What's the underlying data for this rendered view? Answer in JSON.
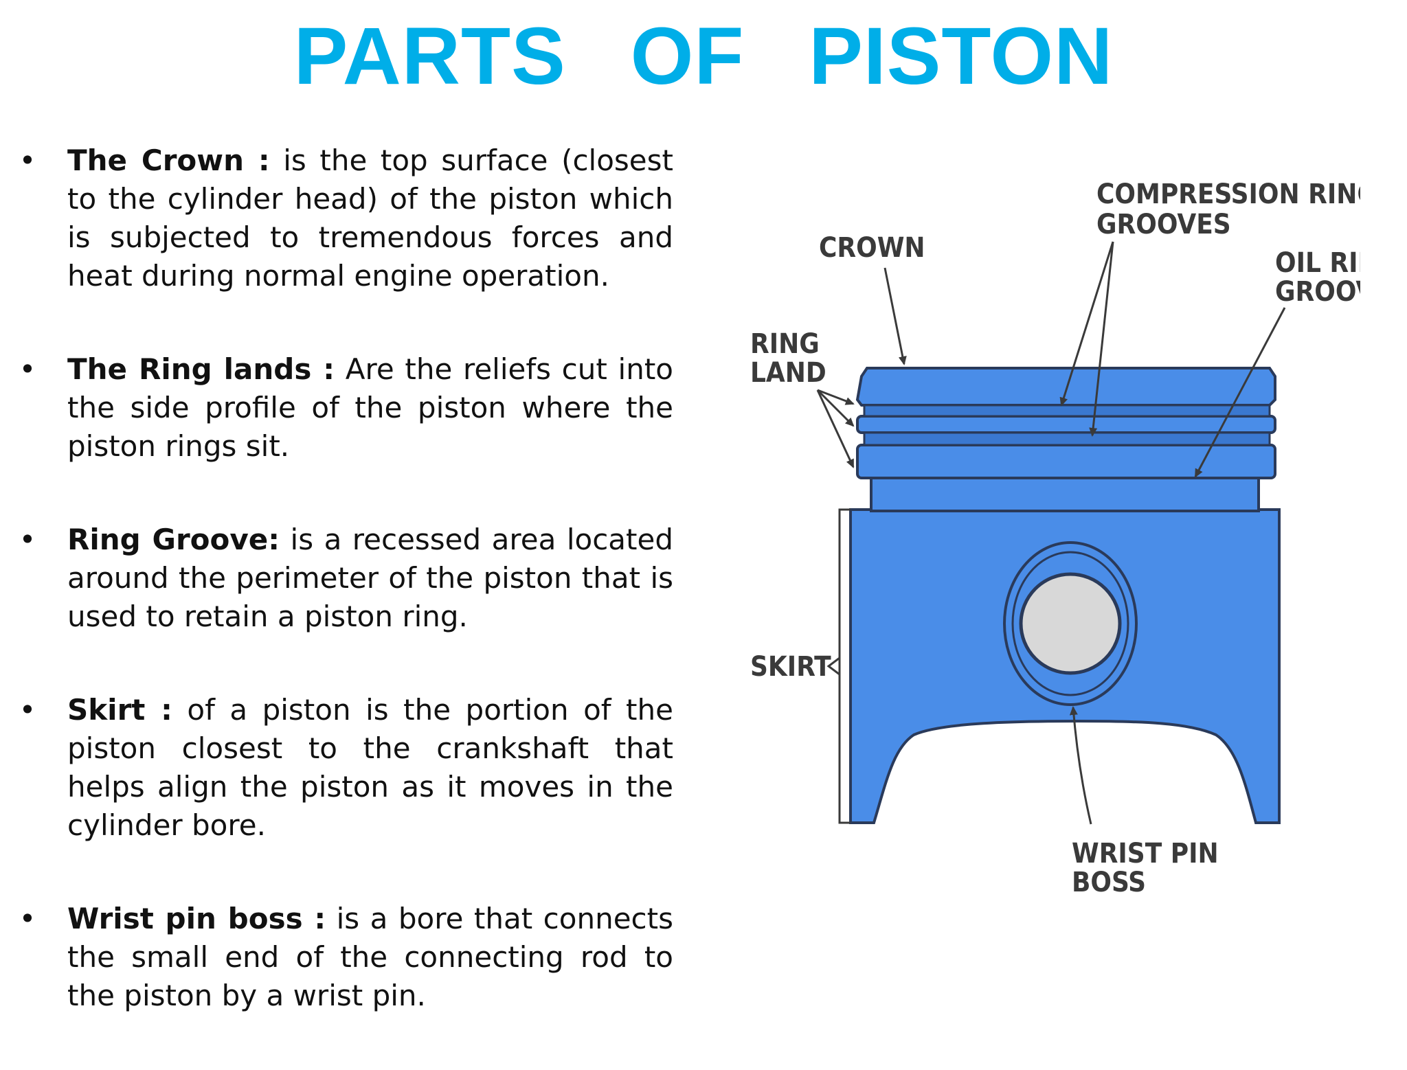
{
  "title": "PARTS   OF   PISTON",
  "bullets": [
    {
      "term": "The  Crown :",
      "text": "  is the top surface (closest to the cylinder head) of the piston which is subjected to tremendous forces and heat during normal engine operation."
    },
    {
      "term": "The Ring lands :",
      "text": " Are the reliefs cut into the side profile of the piston where the piston rings sit."
    },
    {
      "term": "Ring Groove:",
      "text": "  is a recessed area located around the perimeter of the piston that is used to retain a piston ring."
    },
    {
      "term": "Skirt :",
      "text": " of a piston is the portion of the piston closest to the crankshaft that helps align the piston as it moves in the cylinder bore."
    },
    {
      "term": "Wrist pin boss :",
      "text": " is a bore  that connects the small end of the connecting rod to the piston by a wrist pin."
    }
  ],
  "bullet_symbol": "•",
  "diagram": {
    "labels": {
      "compression_1": "COMPRESSION RING",
      "compression_2": "GROOVES",
      "crown": "CROWN",
      "oil_1": "OIL RING",
      "oil_2": "GROOVE",
      "ring_1": "RING",
      "ring_2": "LAND",
      "skirt": "SKIRT",
      "wrist_1": "WRIST PIN",
      "wrist_2": "BOSS"
    }
  },
  "colors": {
    "title": "#00aee8",
    "piston_fill": "#4a8de8",
    "piston_outline": "#2a3a5a",
    "wrist_pin": "#d8d8d8"
  }
}
